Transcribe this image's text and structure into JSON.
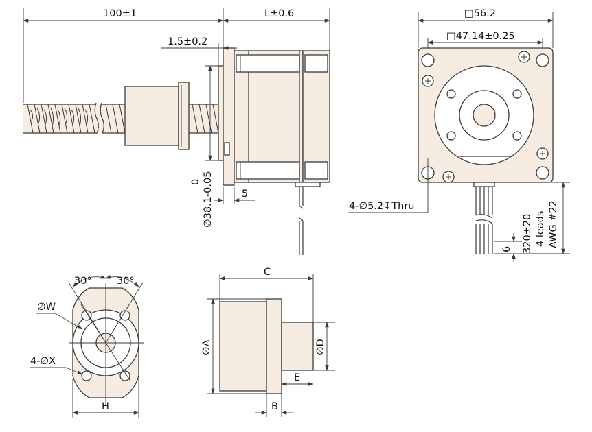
{
  "dimensions": {
    "screw_length": "100±1",
    "motor_length": "L±0.6",
    "pilot_depth": "1.5±0.2",
    "pilot_diameter_tol_upper": "0",
    "pilot_diameter": "∅38.1-0.05",
    "shaft_offset": "5",
    "flange_size": "□56.2",
    "hole_spacing": "□47.14±0.25",
    "mount_holes": "4-∅5.2↧Thru",
    "lead_length": "320±20",
    "lead_count": "4 leads",
    "lead_gauge": "AWG #22",
    "lead_strip": "6"
  },
  "nut_front": {
    "angle_left": "30°",
    "angle_right": "30°",
    "bolt_circle": "∅W",
    "bolt_holes": "4-∅X",
    "width": "H"
  },
  "nut_side": {
    "length": "C",
    "flange_diameter": "∅A",
    "body_diameter": "∅D",
    "body_length": "E",
    "flange_thickness": "B"
  },
  "colors": {
    "body_fill": "#f6ece2",
    "line": "#3a3a3a"
  }
}
